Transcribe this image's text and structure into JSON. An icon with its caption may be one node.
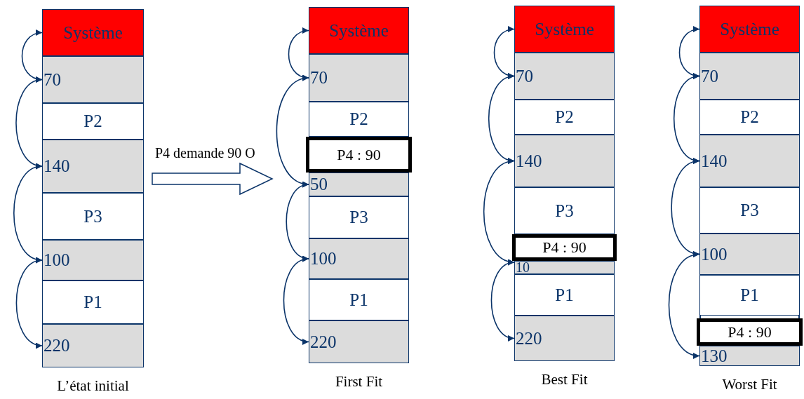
{
  "diagram": {
    "nodes": [
      {
        "text": [],
        "shape": "box",
        "beside": [
          "L’état initial"
        ]
      },
      {
        "text": [
          "Système"
        ],
        "in": 0
      },
      {
        "text": [
          "70"
        ],
        "in": 0
      },
      {
        "text": [
          "P2"
        ],
        "in": 0
      },
      {
        "text": [
          "140"
        ],
        "in": 0
      },
      {
        "text": [
          "P3"
        ],
        "in": 0
      },
      {
        "text": [
          "100"
        ],
        "in": 0
      },
      {
        "text": [
          "P1"
        ],
        "in": 0
      },
      {
        "text": [
          "220"
        ],
        "in": 0
      },
      {
        "text": [],
        "shape": "box",
        "beside": [
          "First Fit"
        ]
      },
      {
        "text": [
          "Système"
        ],
        "in": 9
      },
      {
        "text": [
          "70"
        ],
        "in": 9
      },
      {
        "text": [
          "P2"
        ],
        "in": 9
      },
      {
        "text": [
          "P4 : 90"
        ],
        "in": 9
      },
      {
        "text": [
          "50"
        ],
        "in": 9
      },
      {
        "text": [
          "P3"
        ],
        "in": 9
      },
      {
        "text": [
          "100"
        ],
        "in": 9
      },
      {
        "text": [
          "P1"
        ],
        "in": 9
      },
      {
        "text": [
          "220"
        ],
        "in": 9
      },
      {
        "text": [],
        "shape": "box",
        "beside": [
          "Best Fit"
        ]
      },
      {
        "text": [
          "Système"
        ],
        "in": 19
      },
      {
        "text": [
          "70"
        ],
        "in": 19
      },
      {
        "text": [
          "P2"
        ],
        "in": 19
      },
      {
        "text": [
          "140"
        ],
        "in": 19
      },
      {
        "text": [
          "P3"
        ],
        "in": 19
      },
      {
        "text": [
          "P4 : 90"
        ],
        "in": 19
      },
      {
        "text": [
          "10"
        ],
        "in": 19
      },
      {
        "text": [
          "P1"
        ],
        "in": 19
      },
      {
        "text": [
          "220"
        ],
        "in": 19
      },
      {
        "text": [],
        "shape": "box",
        "beside": [
          "Worst Fit"
        ]
      },
      {
        "text": [
          "Système"
        ],
        "in": 29
      },
      {
        "text": [
          "70"
        ],
        "in": 29
      },
      {
        "text": [
          "P2"
        ],
        "in": 29
      },
      {
        "text": [
          "140"
        ],
        "in": 29
      },
      {
        "text": [
          "P3"
        ],
        "in": 29
      },
      {
        "text": [
          "100"
        ],
        "in": 29
      },
      {
        "text": [
          "P1"
        ],
        "in": 29
      },
      {
        "text": [
          "P4 : 90"
        ],
        "in": 29
      },
      {
        "text": [
          "130"
        ],
        "in": 29
      }
    ],
    "edges": [
      {
        "from": 1,
        "to": 2,
        "arrow": "both"
      },
      {
        "from": 2,
        "to": 4,
        "arrow": "both"
      },
      {
        "from": 4,
        "to": 6,
        "arrow": "both"
      },
      {
        "from": 6,
        "to": 8,
        "arrow": "both"
      },
      {
        "from": 0,
        "to": 9,
        "arrow": "to",
        "label": "P4 demande 90 O"
      },
      {
        "from": 10,
        "to": 11,
        "arrow": "both"
      },
      {
        "from": 11,
        "to": 14,
        "arrow": "both"
      },
      {
        "from": 14,
        "to": 16,
        "arrow": "both"
      },
      {
        "from": 16,
        "to": 18,
        "arrow": "both"
      },
      {
        "from": 20,
        "to": 21,
        "arrow": "both"
      },
      {
        "from": 21,
        "to": 23,
        "arrow": "both"
      },
      {
        "from": 23,
        "to": 26,
        "arrow": "both"
      },
      {
        "from": 26,
        "to": 28,
        "arrow": "both"
      },
      {
        "from": 30,
        "to": 31,
        "arrow": "both"
      },
      {
        "from": 31,
        "to": 33,
        "arrow": "both"
      },
      {
        "from": 33,
        "to": 35,
        "arrow": "both"
      },
      {
        "from": 35,
        "to": 38,
        "arrow": "both"
      }
    ]
  }
}
